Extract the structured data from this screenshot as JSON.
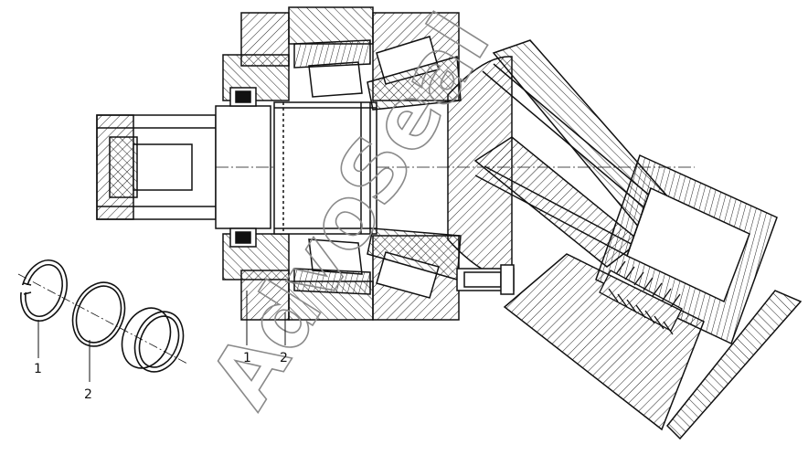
{
  "diagram": {
    "watermark": "AdvoSeal",
    "callouts": [
      {
        "id": "left-1",
        "text": "1"
      },
      {
        "id": "left-2",
        "text": "2"
      },
      {
        "id": "pump-1",
        "text": "1"
      },
      {
        "id": "pump-2",
        "text": "2"
      }
    ],
    "colors": {
      "line": "#111111",
      "hatch": "#222222",
      "watermark": "#8a8a8a",
      "background": "#ffffff"
    }
  }
}
